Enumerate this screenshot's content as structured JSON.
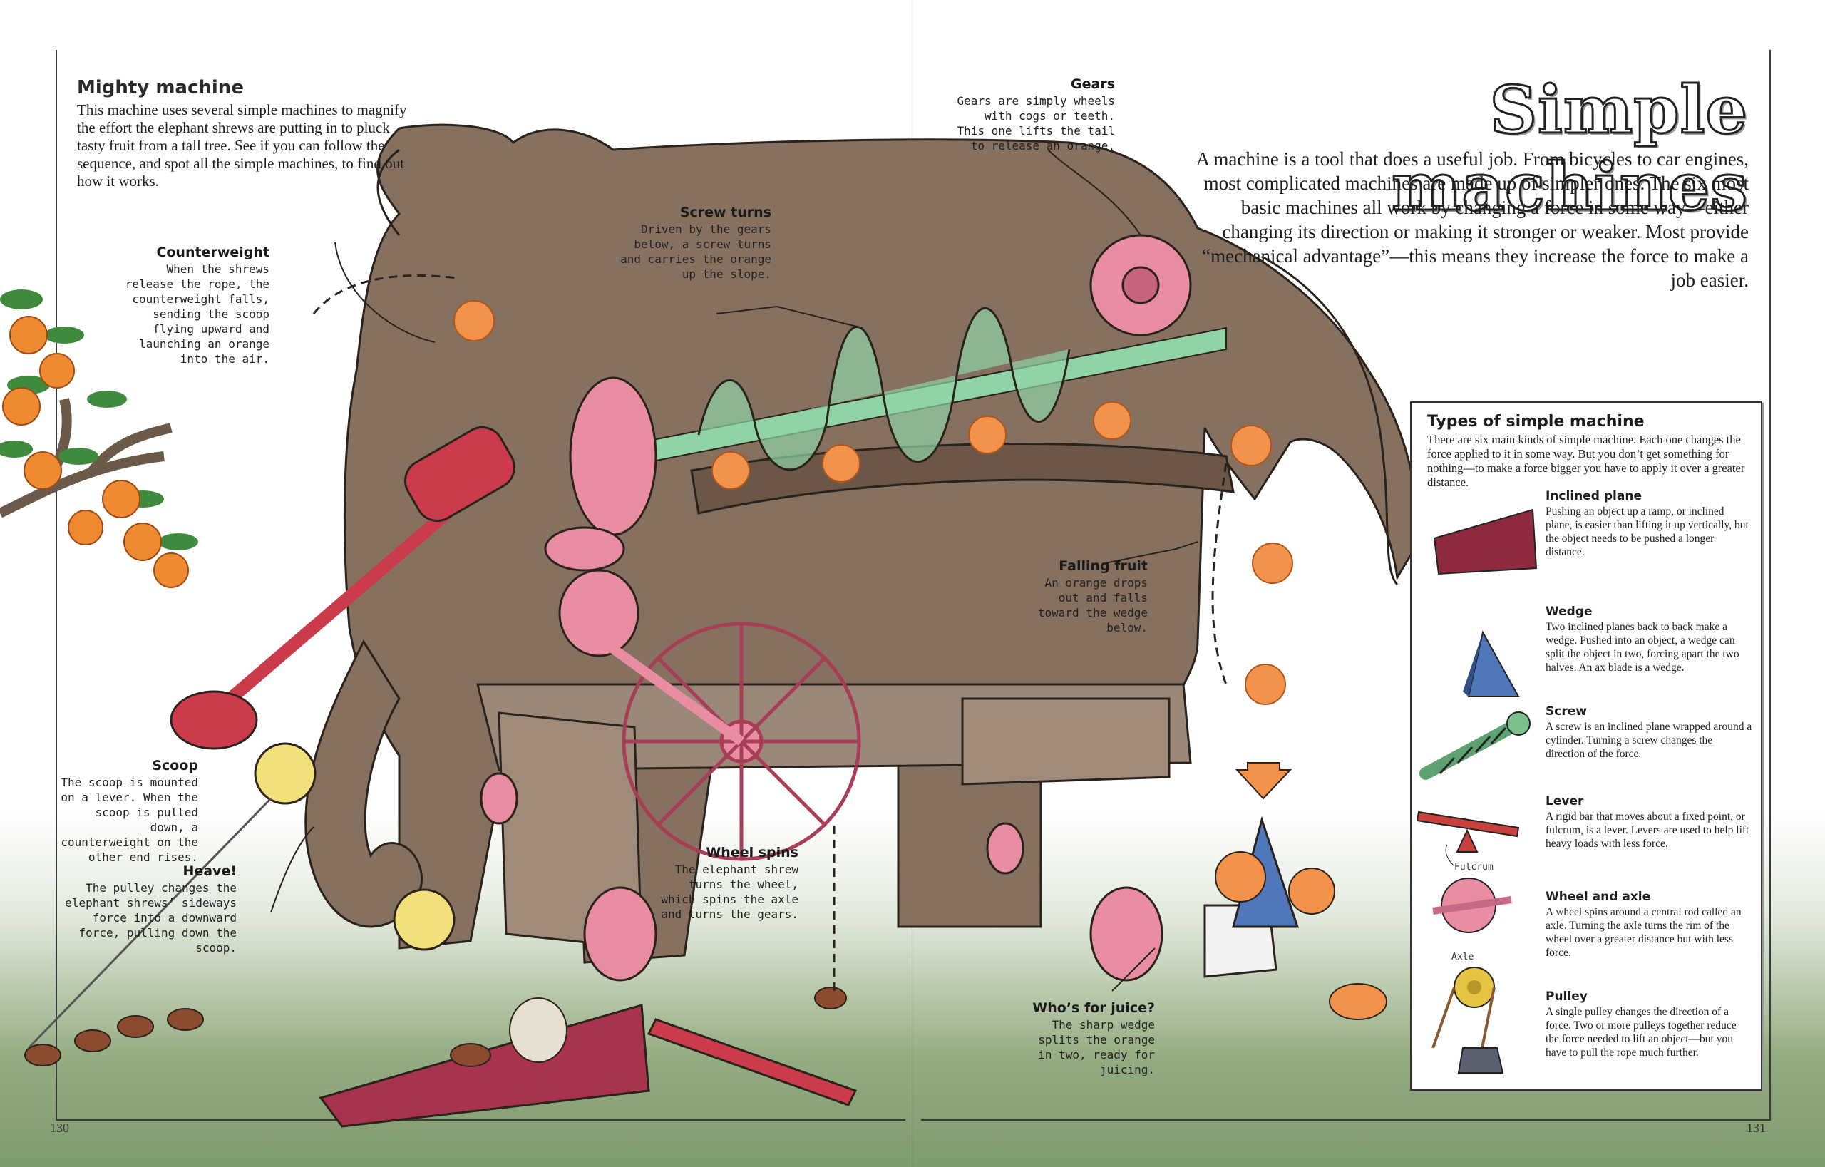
{
  "intro": {
    "title": "Mighty machine",
    "text": "This machine uses several simple machines to magnify the effort the elephant shrews are putting in to pluck tasty fruit from a tall tree. See if you can follow the sequence, and spot all the simple machines, to find out how it works."
  },
  "header": {
    "title": "Simple machines",
    "text": "A machine is a tool that does a useful job. From bicycles to car engines, most complicated machines are made up of simpler ones. The six most basic machines all work by changing a force in some way—either changing its direction or making it stronger or weaker. Most provide “mechanical advantage”—this means they increase the force to make a job easier."
  },
  "callouts": {
    "counterweight": {
      "title": "Counterweight",
      "text": "When the shrews release the rope, the counterweight falls, sending the scoop flying upward and launching an orange into the air."
    },
    "screw": {
      "title": "Screw turns",
      "text": "Driven by the gears below, a screw turns and carries the orange up the slope."
    },
    "gears": {
      "title": "Gears",
      "text": "Gears are simply wheels with cogs or teeth. This one lifts the tail to release an orange."
    },
    "falling": {
      "title": "Falling fruit",
      "text": "An orange drops out and falls toward the wedge below."
    },
    "scoop": {
      "title": "Scoop",
      "text": "The scoop is mounted on a lever. When the scoop is pulled down, a counterweight on the other end rises."
    },
    "heave": {
      "title": "Heave!",
      "text": "The pulley changes the elephant shrews’ sideways force into a downward force, pulling down the scoop."
    },
    "wheel": {
      "title": "Wheel spins",
      "text": "The elephant shrew turns the wheel, which spins the axle and turns the gears."
    },
    "juice": {
      "title": "Who’s for juice?",
      "text": "The sharp wedge splits the orange in two, ready for juicing."
    }
  },
  "types_panel": {
    "title": "Types of simple machine",
    "intro": "There are six main kinds of simple machine. Each one changes the force applied to it in some way. But you don’t get something for nothing—to make a force bigger you have to apply it over a greater distance.",
    "items": [
      {
        "name": "Inclined plane",
        "text": "Pushing an object up a ramp, or inclined plane, is easier than lifting it up vertically, but the object needs to be pushed a longer distance.",
        "icon": "ramp-icon",
        "color": "#8e2a3e"
      },
      {
        "name": "Wedge",
        "text": "Two inclined planes back to back make a wedge. Pushed into an object, a wedge can split the object in two, forcing apart the two halves. An ax blade is a wedge.",
        "icon": "wedge-icon",
        "color": "#4f77b9"
      },
      {
        "name": "Screw",
        "text": "A screw is an inclined plane wrapped around a cylinder. Turning a screw changes the direction of the force.",
        "icon": "screw-icon",
        "color": "#7cc08e"
      },
      {
        "name": "Lever",
        "text": "A rigid bar that moves about a fixed point, or fulcrum, is a lever. Levers are used to help lift heavy loads with less force.",
        "icon": "lever-icon",
        "color": "#c8413d"
      },
      {
        "name": "Wheel and axle",
        "text": "A wheel spins around a central rod called an axle. Turning the axle turns the rim of the wheel over a greater distance but with less force.",
        "icon": "wheel-axle-icon",
        "color": "#e98ea2"
      },
      {
        "name": "Pulley",
        "text": "A single pulley changes the direction of a force. Two or more pulleys together reduce the force needed to lift an object—but you have to pull the rope much further.",
        "icon": "pulley-icon",
        "color": "#e6c443"
      }
    ],
    "labels": {
      "fulcrum": "Fulcrum",
      "axle": "Axle"
    }
  },
  "page_numbers": {
    "left": "130",
    "right": "131"
  },
  "colors": {
    "elephant": "#86705f",
    "orange": "#f2924b",
    "screw": "#8fd3a6",
    "gear": "#e98ea2",
    "lever": "#cc3b4b"
  }
}
